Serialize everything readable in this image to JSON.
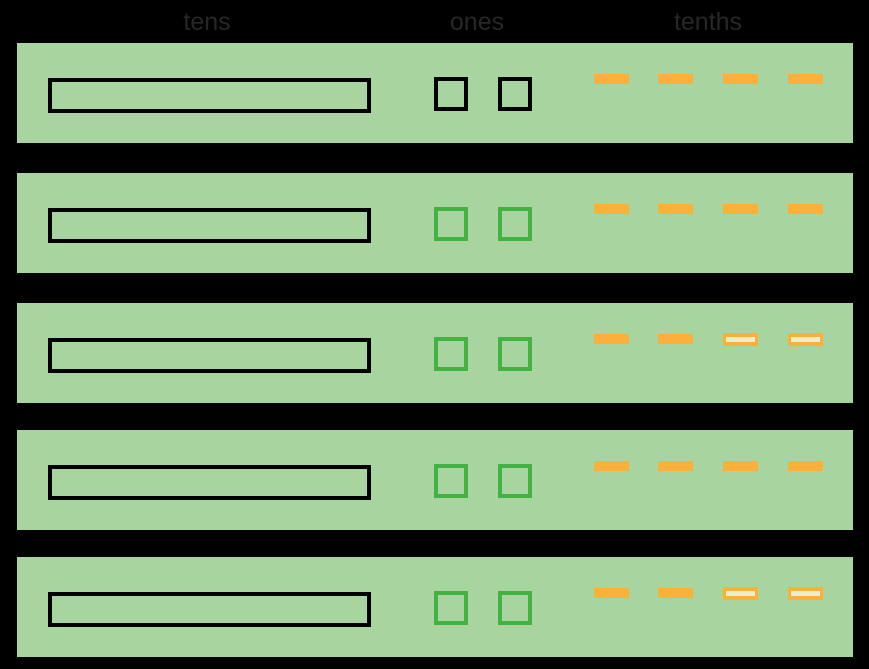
{
  "page": {
    "background_color": "#000000",
    "band_color": "#a8d4a0"
  },
  "header": {
    "text_color": "#272727",
    "columns": [
      {
        "label": "tens"
      },
      {
        "label": "ones"
      },
      {
        "label": "tenths"
      }
    ]
  },
  "colors": {
    "black_outline": "#000000",
    "green_outline": "#42b342",
    "dash_orange": "#fbb03b",
    "dash_hollow_inner": "#e8eecf"
  },
  "rows": [
    {
      "name": "row-1",
      "tens_count": 1,
      "ones_count": 2,
      "tenths_count": 4,
      "rod_style": "black",
      "square_style": "black",
      "dash_styles": [
        "solid",
        "solid",
        "solid",
        "solid"
      ]
    },
    {
      "name": "row-2",
      "tens_count": 1,
      "ones_count": 2,
      "tenths_count": 4,
      "rod_style": "black",
      "square_style": "green",
      "dash_styles": [
        "solid",
        "solid",
        "solid",
        "solid"
      ]
    },
    {
      "name": "row-3",
      "tens_count": 1,
      "ones_count": 2,
      "tenths_count": 4,
      "rod_style": "black",
      "square_style": "green",
      "dash_styles": [
        "solid",
        "solid",
        "hollow",
        "hollow"
      ]
    },
    {
      "name": "row-4",
      "tens_count": 1,
      "ones_count": 2,
      "tenths_count": 4,
      "rod_style": "black",
      "square_style": "green",
      "dash_styles": [
        "solid",
        "solid",
        "solid",
        "solid"
      ]
    },
    {
      "name": "row-5",
      "tens_count": 1,
      "ones_count": 2,
      "tenths_count": 4,
      "rod_style": "black",
      "square_style": "green",
      "dash_styles": [
        "solid",
        "solid",
        "hollow",
        "hollow"
      ]
    }
  ]
}
